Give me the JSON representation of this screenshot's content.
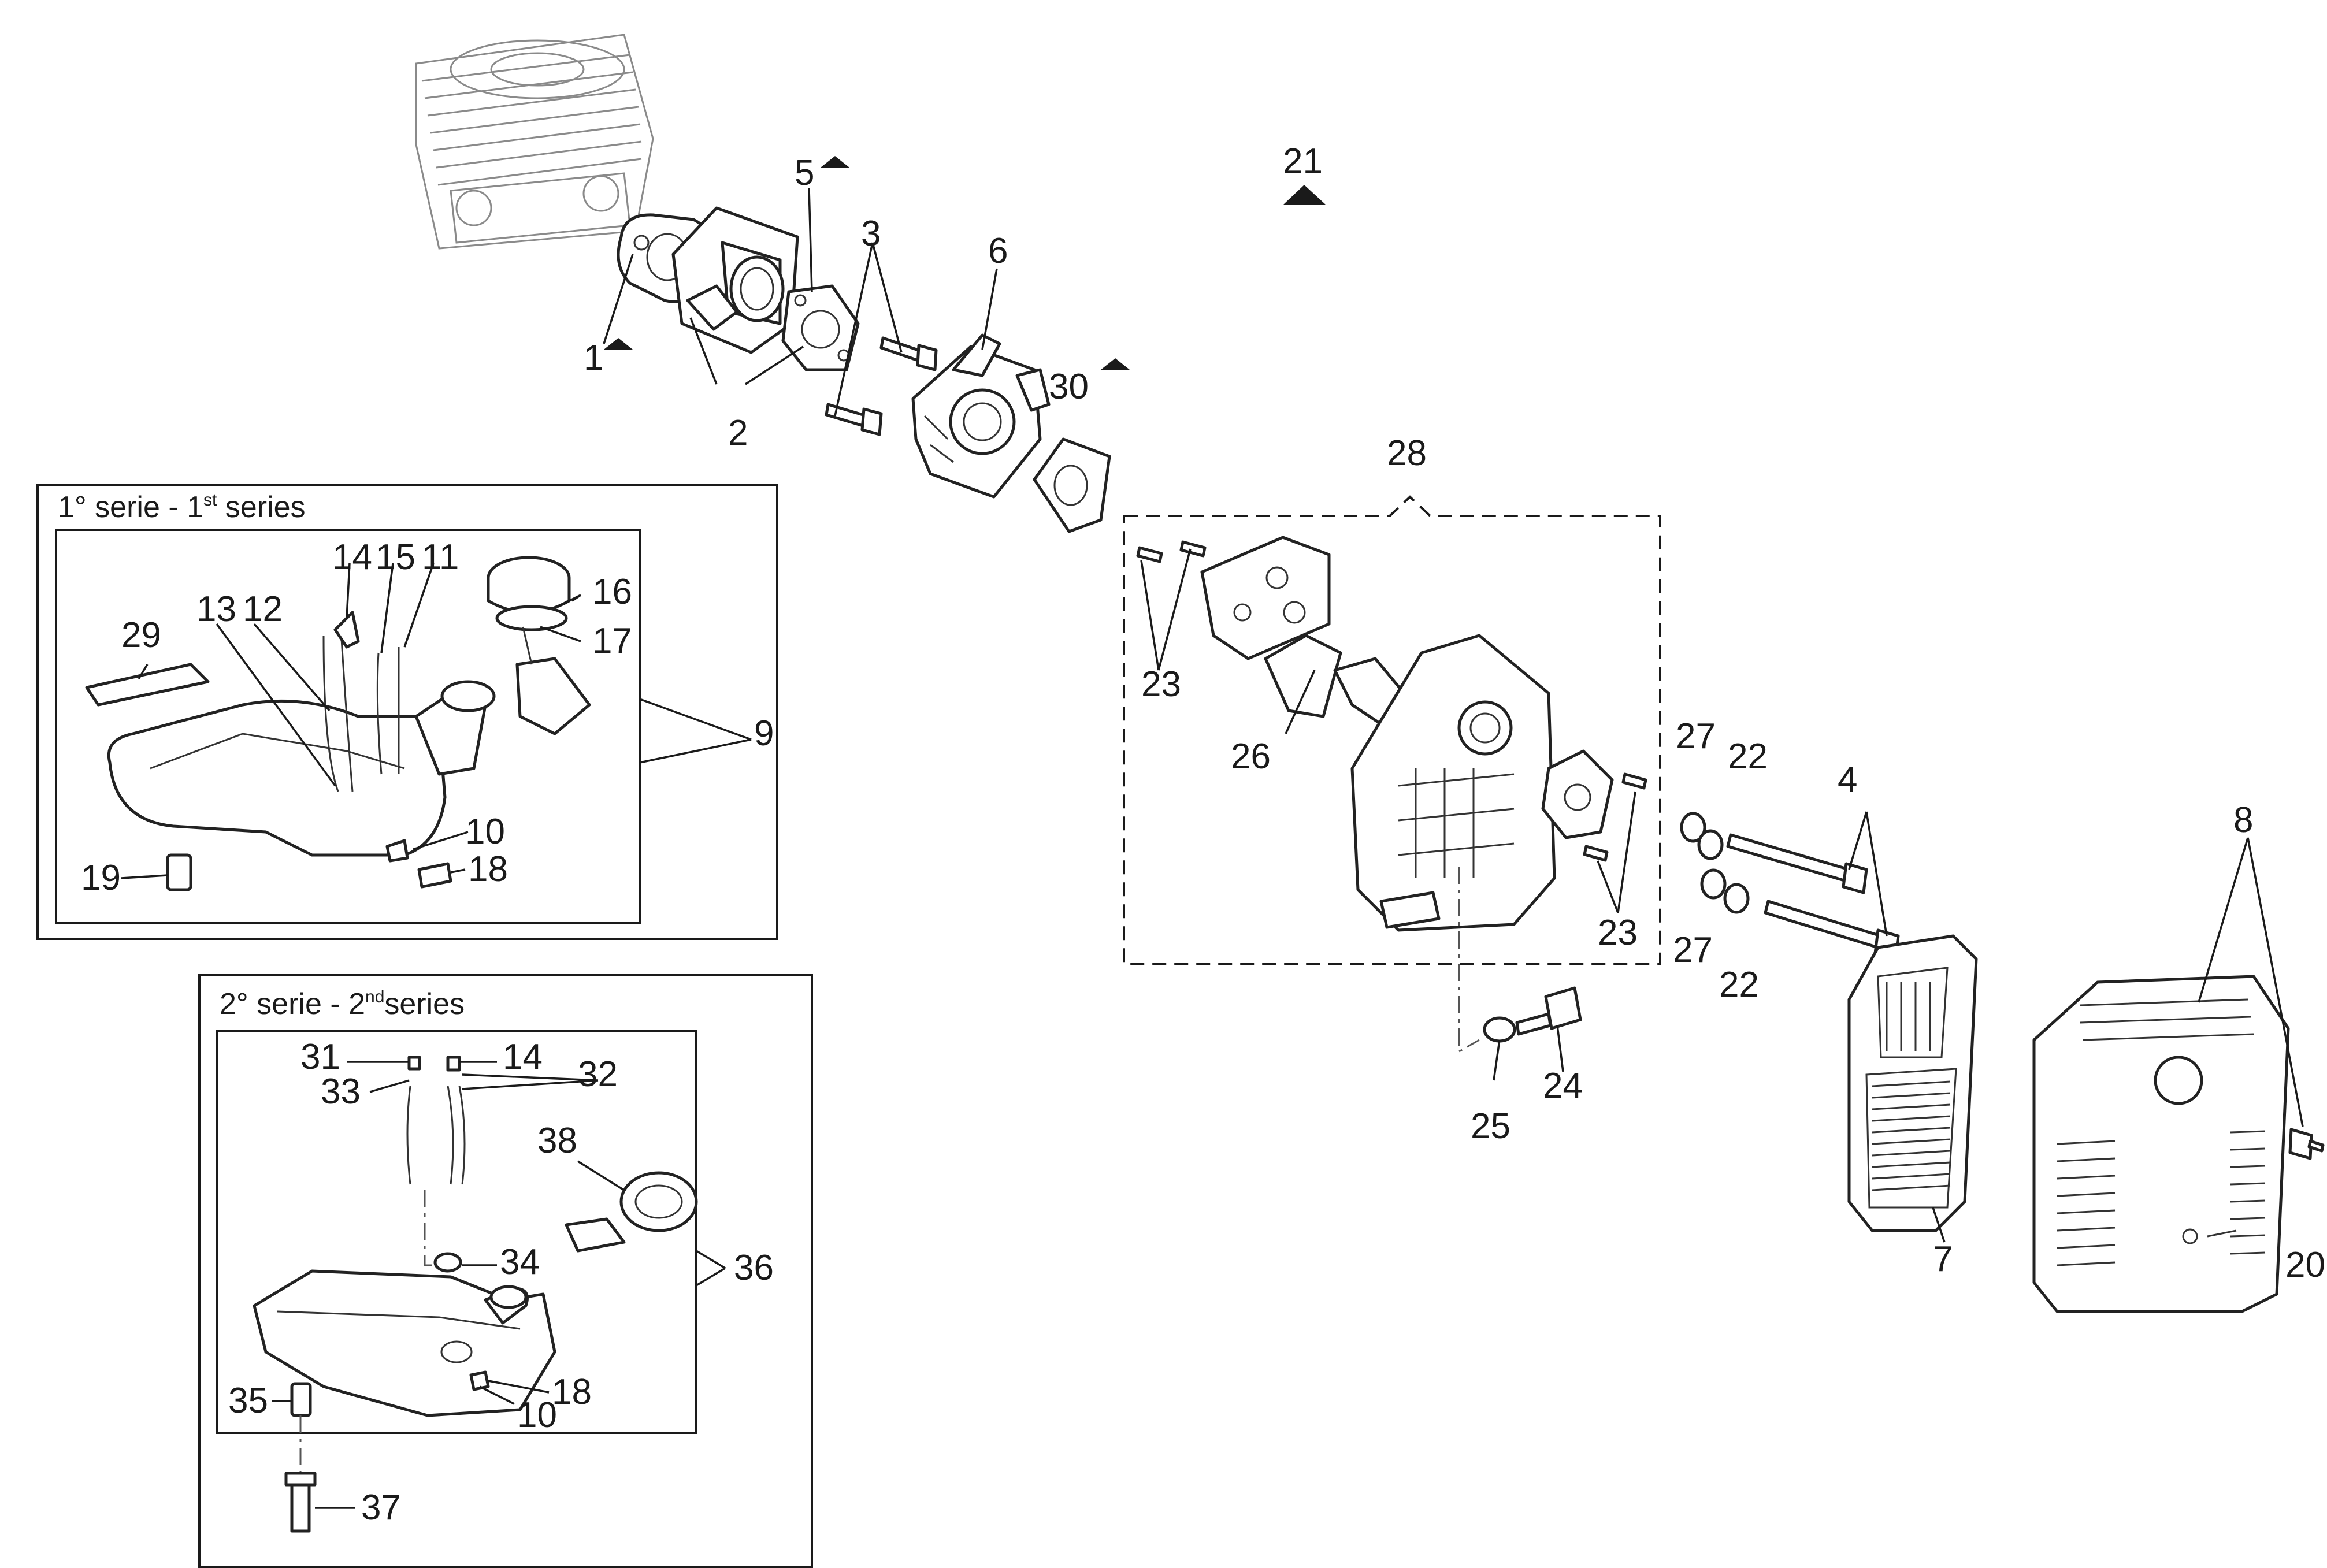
{
  "series_boxes": {
    "first": {
      "prefix": "1° serie - 1",
      "sup": "st",
      "suffix": " series"
    },
    "second": {
      "prefix": "2° serie - 2",
      "sup": "nd",
      "suffix": "series"
    }
  },
  "labels": {
    "p1": "1",
    "p2": "2",
    "p3": "3",
    "p4": "4",
    "p5": "5",
    "p6": "6",
    "p7": "7",
    "p8": "8",
    "p9": "9",
    "p10a": "10",
    "p10b": "10",
    "p11": "11",
    "p12": "12",
    "p13": "13",
    "p14a": "14",
    "p14b": "14",
    "p15": "15",
    "p16": "16",
    "p17": "17",
    "p18a": "18",
    "p18b": "18",
    "p19": "19",
    "p20": "20",
    "p21": "21",
    "p22a": "22",
    "p22b": "22",
    "p23a": "23",
    "p23b": "23",
    "p24": "24",
    "p25": "25",
    "p26": "26",
    "p27a": "27",
    "p27b": "27",
    "p28": "28",
    "p29": "29",
    "p30": "30",
    "p31": "31",
    "p32": "32",
    "p33": "33",
    "p34": "34",
    "p35": "35",
    "p36": "36",
    "p37": "37",
    "p38": "38"
  },
  "colors": {
    "line": "#1a1a1a",
    "ghost": "#8a8a8a",
    "background": "#ffffff"
  }
}
